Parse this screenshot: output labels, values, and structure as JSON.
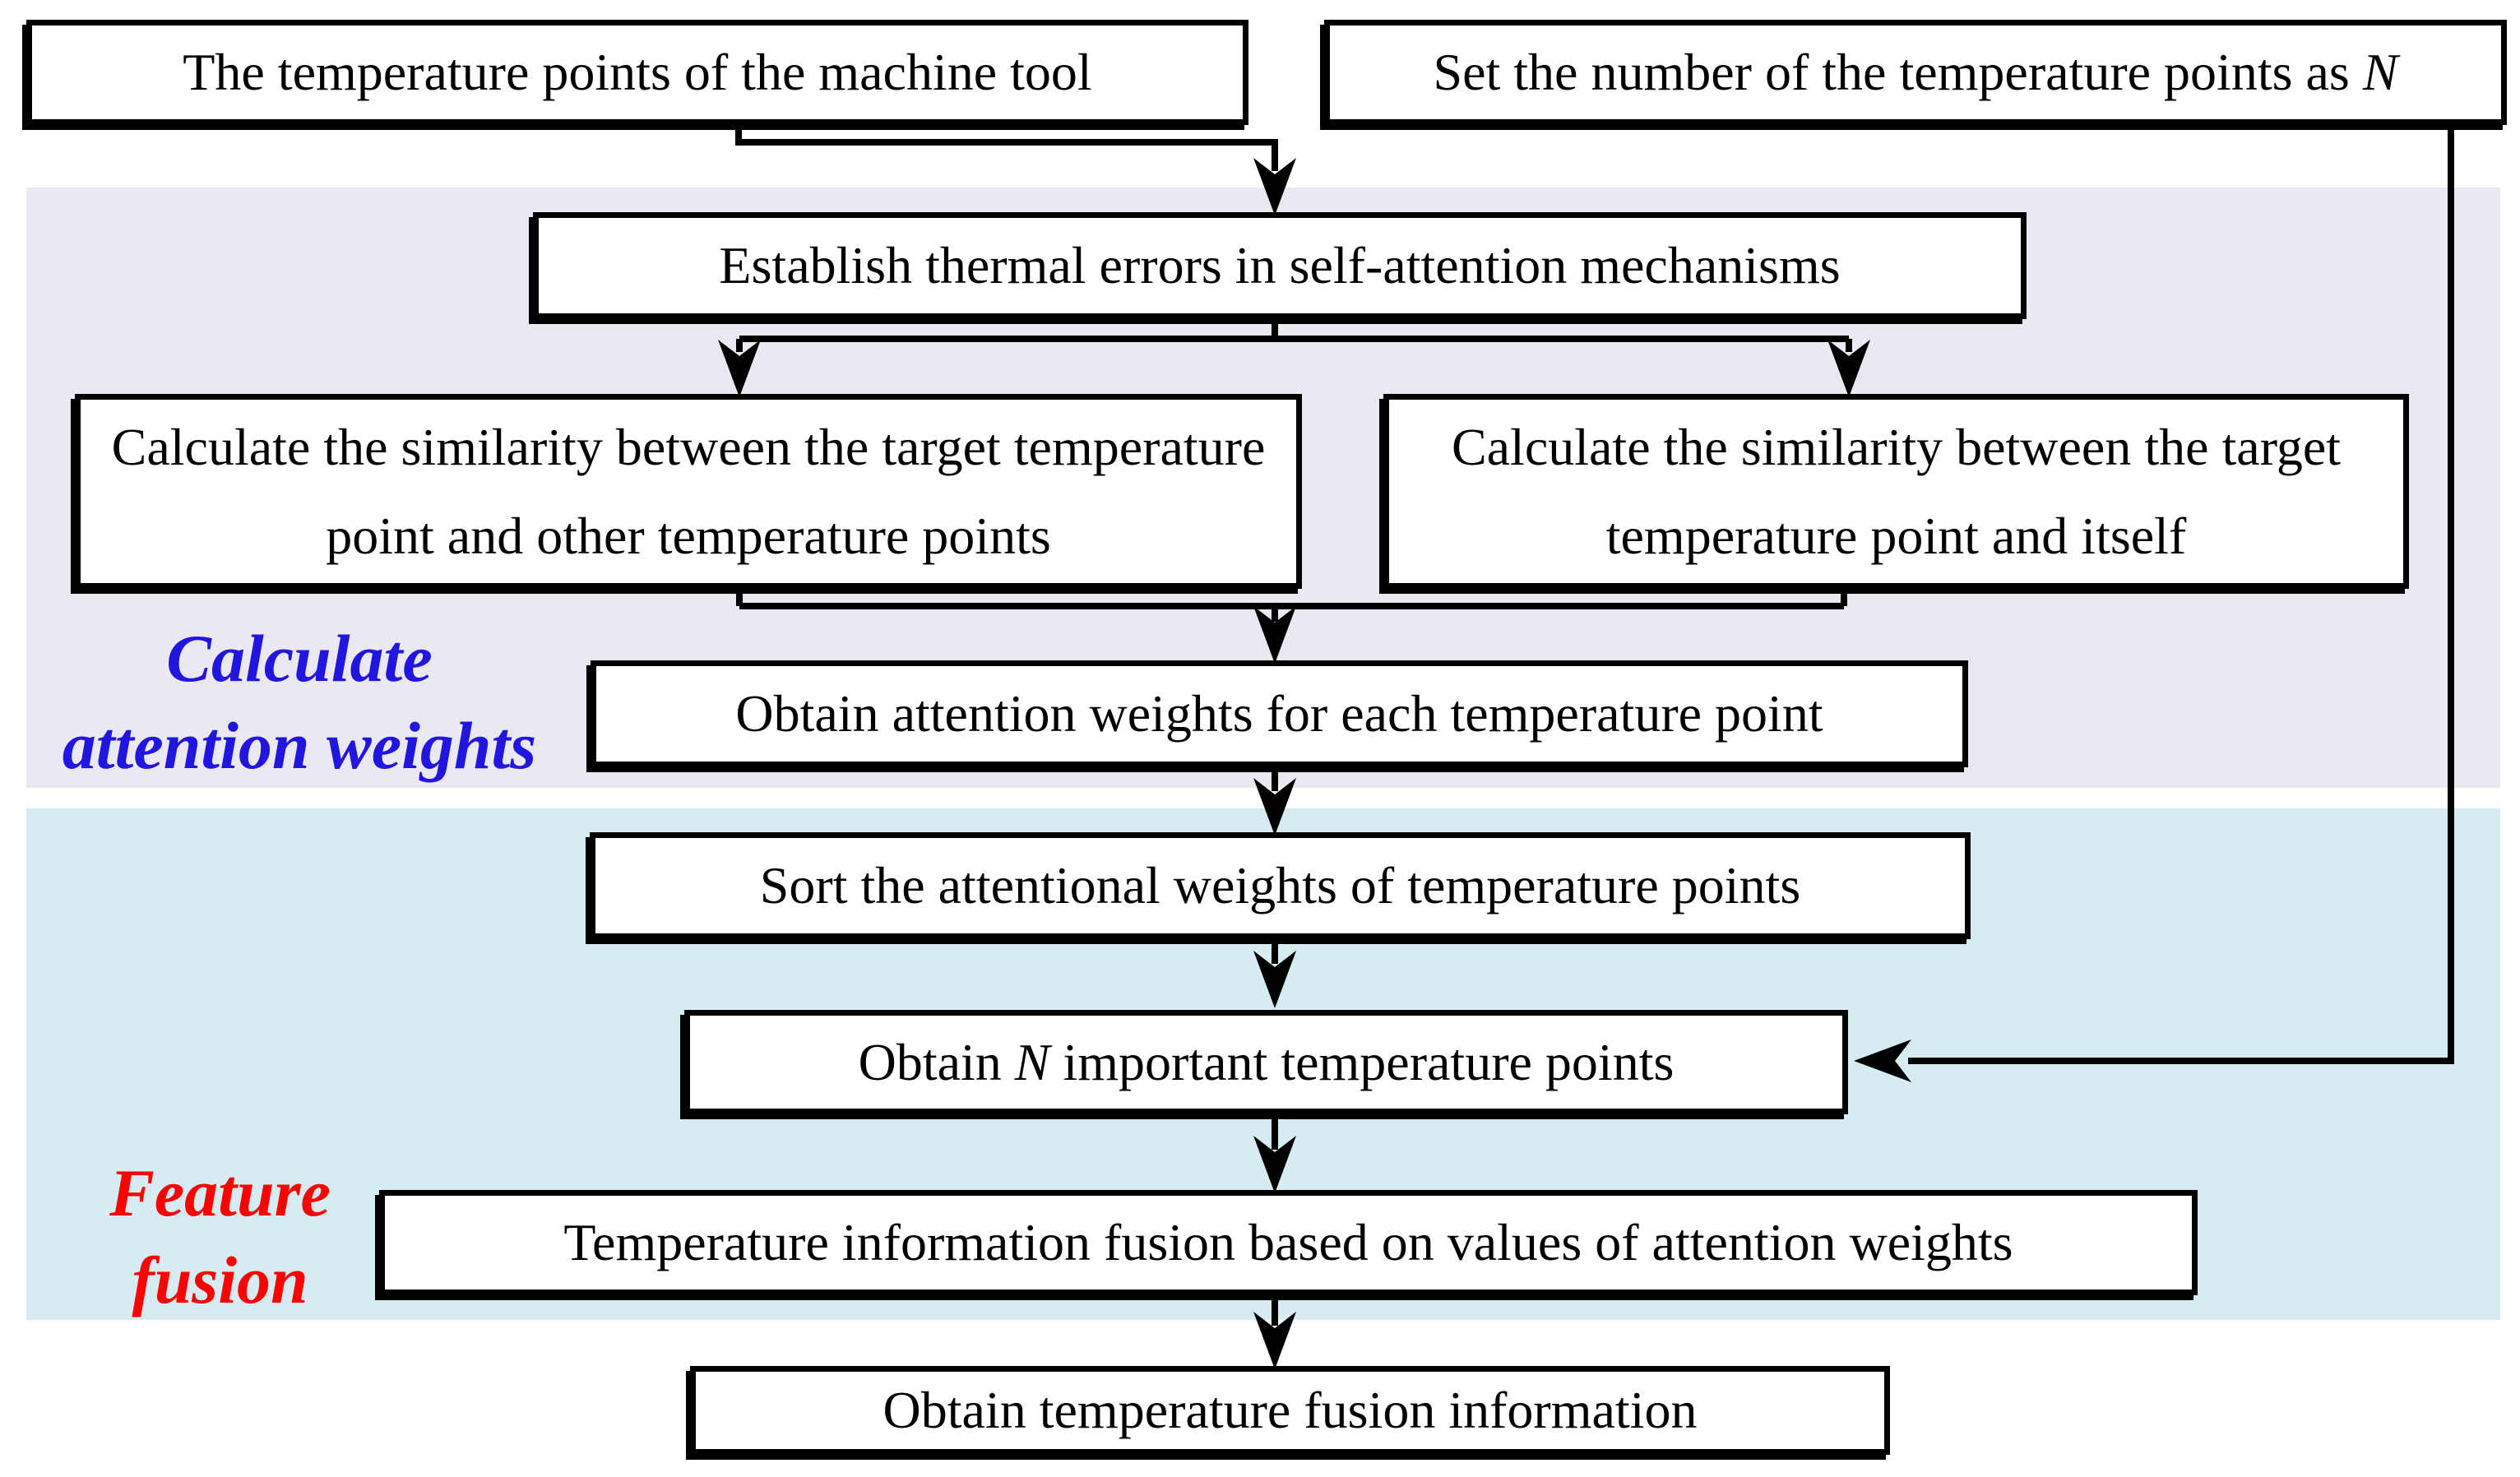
{
  "figure": {
    "type": "flowchart",
    "description": "Temperature point selection and fusion flowchart using self-attention"
  },
  "colors": {
    "page_bg": "#ffffff",
    "section1_bg": "#ece8f1",
    "section2_bg": "#d6ecf2",
    "section1_label_color": "#2016e0",
    "section2_label_color": "#fb0100",
    "box_fill": "#ffffff",
    "box_border": "#000000",
    "connector": "#000000"
  },
  "sections": [
    {
      "label_line1": "Calculate",
      "label_line2": "attention weights"
    },
    {
      "label_line1": "Feature",
      "label_line2": "fusion"
    }
  ],
  "nodes": {
    "temp_points": {
      "text": "The temperature points of the machine tool"
    },
    "set_number": {
      "segments": [
        {
          "t": "Set the number of the temperature points as "
        },
        {
          "t": "N",
          "i": true
        }
      ]
    },
    "establish": {
      "text": "Establish thermal errors in self-attention mechanisms"
    },
    "sim_other": {
      "text": "Calculate the similarity between the target temperature point and other temperature points"
    },
    "sim_itself": {
      "text": "Calculate the similarity between the target temperature point and itself"
    },
    "obtain_weights": {
      "text": "Obtain attention weights for each temperature point"
    },
    "sort_weights": {
      "text": "Sort the attentional weights of temperature points"
    },
    "obtain_n": {
      "segments": [
        {
          "t": "Obtain "
        },
        {
          "t": "N",
          "i": true
        },
        {
          "t": " important temperature points"
        }
      ]
    },
    "fusion": {
      "text": "Temperature information fusion based on values of attention weights"
    },
    "obtain_fusion": {
      "text": "Obtain temperature fusion information"
    }
  }
}
